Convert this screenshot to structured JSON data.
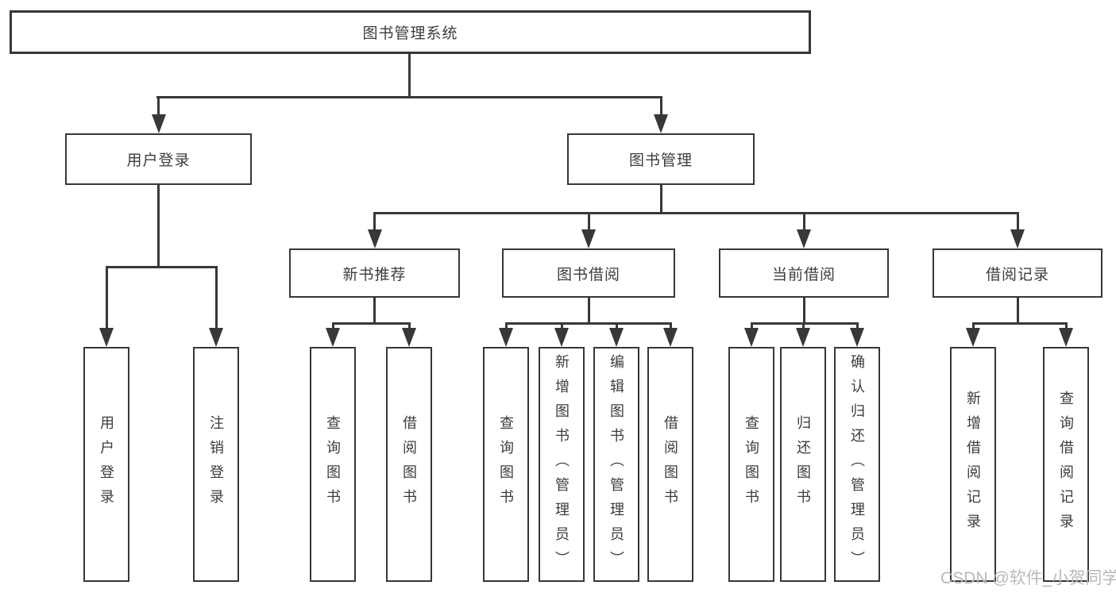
{
  "diagram": {
    "root": {
      "label": "图书管理系统"
    },
    "level2": [
      {
        "label": "用户登录"
      },
      {
        "label": "图书管理"
      }
    ],
    "level3": [
      {
        "label": "新书推荐"
      },
      {
        "label": "图书借阅"
      },
      {
        "label": "当前借阅"
      },
      {
        "label": "借阅记录"
      }
    ],
    "leaves": {
      "user_login": [
        {
          "label": "用户登录"
        },
        {
          "label": "注销登录"
        }
      ],
      "new_book": [
        {
          "label": "查询图书"
        },
        {
          "label": "借阅图书"
        }
      ],
      "book_borrow": [
        {
          "label": "查询图书"
        },
        {
          "label": "新增图书（管理员）"
        },
        {
          "label": "编辑图书（管理员）"
        },
        {
          "label": "借阅图书"
        }
      ],
      "current_borrow": [
        {
          "label": "查询图书"
        },
        {
          "label": "归还图书"
        },
        {
          "label": "确认归还（管理员）"
        }
      ],
      "borrow_records": [
        {
          "label": "新增借阅记录"
        },
        {
          "label": "查询借阅记录"
        }
      ]
    },
    "watermark": "CSDN @软件_小贺同学",
    "colors": {
      "line": "#383838",
      "border": "#373737",
      "text": "#3c3c3c",
      "watermark": "#b9b9b9",
      "background": "#ffffff"
    }
  }
}
